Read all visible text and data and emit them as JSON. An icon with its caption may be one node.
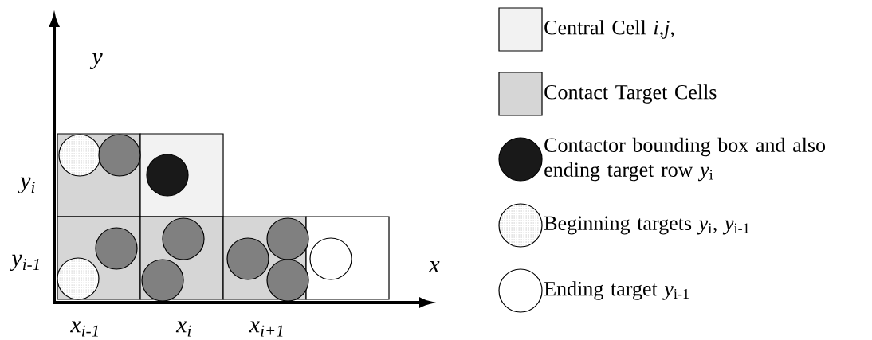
{
  "diagram": {
    "labels": [
      "y",
      "y$_{i}$",
      "y$_{i-1}$",
      "x",
      "x$_{i-1}$",
      "x$_{i}$",
      "x$_{i+1}$"
    ],
    "legend": [
      {
        "text": "Central Cell *i,j,*",
        "color": "#f2f2f2"
      },
      {
        "text": "Contact Target Cells",
        "color": "#d6d6d6"
      },
      {
        "text": "Contactor bounding box and also ending target  row *y*$_{i}$"
      },
      {
        "text": "Beginning targets  *y*$_{i}$, *y*$_{i-1}$"
      },
      {
        "text": "Ending target *y*$_{i-1}$"
      }
    ]
  }
}
